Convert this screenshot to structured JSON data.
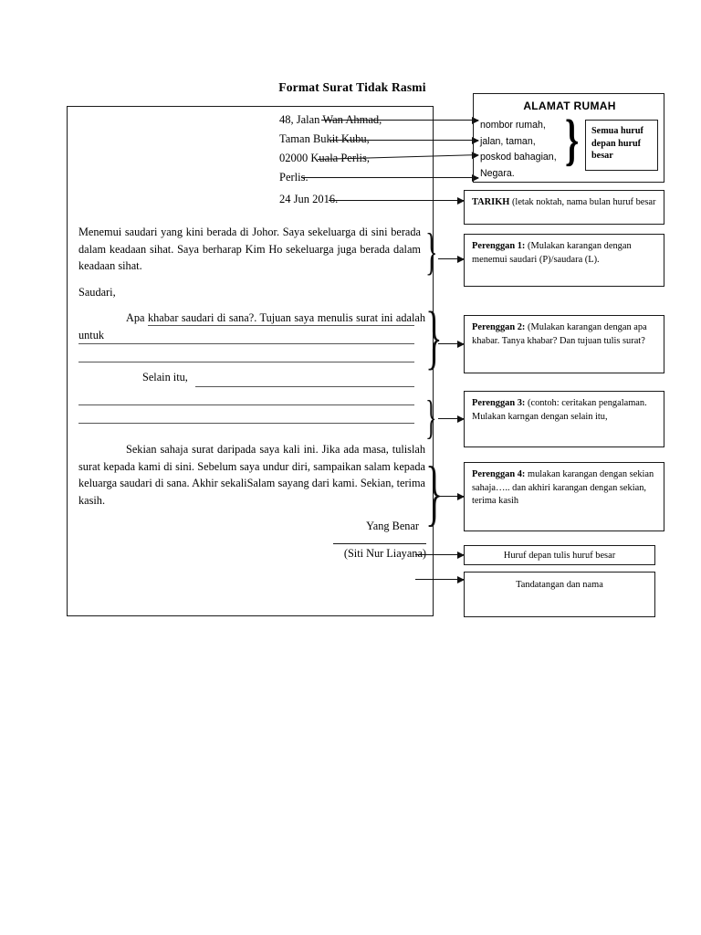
{
  "document": {
    "title": "Format Surat Tidak Rasmi"
  },
  "letter": {
    "address_lines": [
      "48, Jalan Wan Ahmad,",
      "Taman Bukit Kubu,",
      "02000 Kuala Perlis,",
      "Perlis."
    ],
    "date": "24 Jun 2016.",
    "paragraph_1": "Menemui saudari yang kini berada di Johor. Saya sekeluarga di sini berada dalam keadaan sihat. Saya berharap Kim Ho sekeluarga juga berada dalam keadaan sihat.",
    "salutation": "Saudari,",
    "paragraph_2": "Apa khabar saudari di sana?. Tujuan saya menulis surat ini adalah untuk",
    "paragraph_3_opener": "Selain itu,",
    "paragraph_4": "Sekian sahaja surat daripada saya kali ini. Jika ada masa, tulislah surat kepada kami di sini. Sebelum saya undur diri, sampaikan salam kepada keluarga saudari di sana. Akhir sekaliSalam sayang dari kami. Sekian, terima kasih.",
    "closing": "Yang Benar",
    "sender_name": "(Siti Nur Liayana)"
  },
  "annotations": {
    "address_box": {
      "title": "ALAMAT RUMAH",
      "items": [
        "nombor rumah,",
        "jalan, taman,",
        "poskod bahagian,",
        "Negara."
      ],
      "note": "Semua huruf depan huruf besar",
      "brace_glyph": "}"
    },
    "date_box": {
      "label": "TARIKH",
      "text": " (letak noktah, nama bulan huruf besar"
    },
    "paragraph_boxes": [
      {
        "label": "Perenggan 1:",
        "text": " (Mulakan karangan dengan menemui saudari (P)/saudara (L).",
        "brace_glyph": "}"
      },
      {
        "label": "Perenggan 2:",
        "text": " (Mulakan karangan dengan apa khabar. Tanya khabar? Dan tujuan tulis surat?",
        "brace_glyph": "}"
      },
      {
        "label": "Perenggan 3:",
        "text": " (contoh: ceritakan pengalaman. Mulakan karngan dengan selain itu,",
        "brace_glyph": "}"
      },
      {
        "label": "Perenggan 4:",
        "text": " mulakan karangan dengan sekian sahaja….. dan akhiri karangan dengan sekian, terima kasih",
        "brace_glyph": "}"
      }
    ],
    "name_box": "Huruf depan tulis huruf besar",
    "signature_box": "Tandatangan dan nama"
  }
}
